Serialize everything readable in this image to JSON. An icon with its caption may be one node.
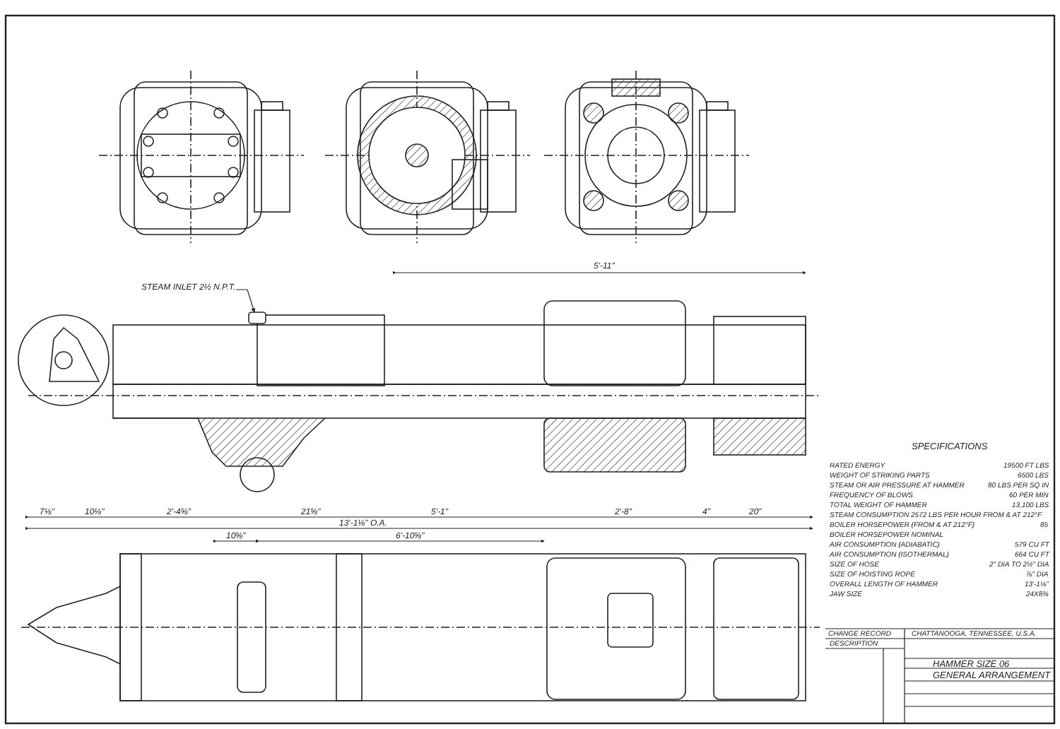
{
  "diagram": {
    "nodes": [
      {
        "text": [
          "STEAM INLET 2½ N.P.T."
        ]
      },
      {
        "text": [],
        "shape": "box"
      }
    ],
    "edges": [
      {
        "from": 0,
        "to": 1,
        "arrow": "to"
      }
    ],
    "labels": [
      "5'-11\"",
      "7⅛\"",
      "10⅛\"",
      "2'-4⅝\"",
      "21⅝\"",
      "5'-1\"",
      "2'-8\"",
      "4\"",
      "20\"",
      "13'-1⅛\" O.A.",
      "10⅝\"",
      "6'-10⅝\"",
      "SPECIFICATIONS",
      "RATED ENERGY",
      "19500 FT LBS",
      "WEIGHT OF STRIKING PARTS",
      "6500 LBS",
      "STEAM OR AIR PRESSURE AT HAMMER",
      "80 LBS PER SQ IN",
      "FREQUENCY OF BLOWS",
      "60 PER MIN",
      "TOTAL WEIGHT OF HAMMER",
      "13,100 LBS",
      "STEAM CONSUMPTION 2572 LBS PER HOUR FROM & AT 212°F",
      "BOILER HORSEPOWER (FROM & AT 212°F)",
      "85",
      "BOILER HORSEPOWER NOMINAL",
      "AIR CONSUMPTION (ADIABATIC)",
      "579 CU FT",
      "AIR CONSUMPTION (ISOTHERMAL)",
      "664 CU FT",
      "SIZE OF HOSE",
      "2\" DIA TO 2½\" DIA",
      "SIZE OF HOISTING ROPE",
      "⅞\" DIA",
      "OVERALL LENGTH OF HAMMER",
      "13'-1⅛\"",
      "JAW SIZE",
      "24X8⅜",
      "CHANGE RECORD",
      "DESCRIPTION",
      "CHATTANOOGA, TENNESSEE, U.S.A.",
      "HAMMER SIZE 06",
      "GENERAL ARRANGEMENT"
    ]
  }
}
